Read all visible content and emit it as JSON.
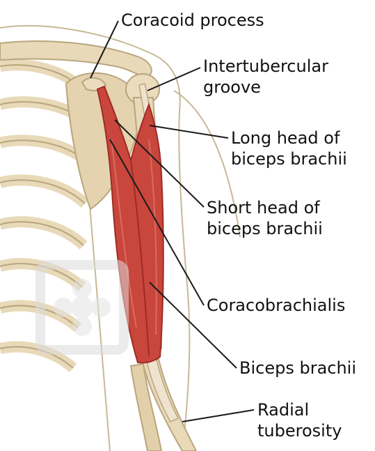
{
  "labels": {
    "coracoid_process": "Coracoid process",
    "intertubercular_groove": [
      "Intertubercular",
      "groove"
    ],
    "long_head": [
      "Long head of",
      "biceps brachii"
    ],
    "short_head": [
      "Short head of",
      "biceps brachii"
    ],
    "coracobrachialis": "Coracobrachialis",
    "biceps_brachii": "Biceps brachii",
    "radial_tuberosity": [
      "Radial",
      "tuberosity"
    ]
  },
  "watermark_icon": "flower-logo-icon",
  "colors": {
    "bone": "#e8d9b8",
    "bone_outline": "#b9a57e",
    "muscle": "#c9463c",
    "muscle_dark": "#9e2b25",
    "tendon": "#efe3cf",
    "skin_line": "#c8b896",
    "leader_line": "#1a1a1a",
    "label_text": "#111111"
  }
}
